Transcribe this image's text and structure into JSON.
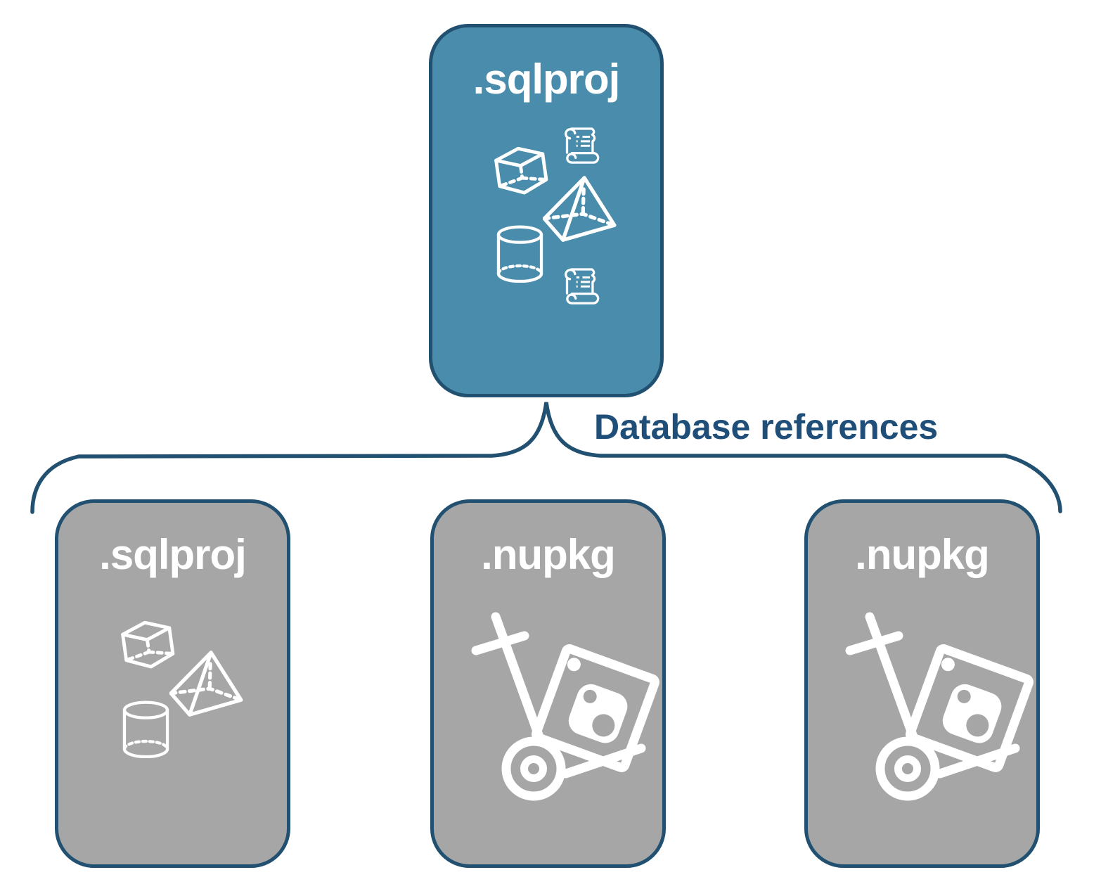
{
  "diagram": {
    "root": {
      "label": ".sqlproj",
      "icons": [
        "cube-icon",
        "scroll-icon",
        "pyramid-icon",
        "cylinder-icon",
        "scroll-icon"
      ]
    },
    "connector": {
      "label": "Database references",
      "shape": "curly-brace"
    },
    "children": [
      {
        "label": ".sqlproj",
        "icons": [
          "cube-icon",
          "pyramid-icon",
          "cylinder-icon"
        ]
      },
      {
        "label": ".nupkg",
        "icons": [
          "nuget-handtruck-icon"
        ]
      },
      {
        "label": ".nupkg",
        "icons": [
          "nuget-handtruck-icon"
        ]
      }
    ],
    "colors": {
      "root_fill": "#4A8CAB",
      "child_fill": "#A6A6A6",
      "outline": "#215070",
      "label_color": "#1F4E79",
      "icon_color": "#FFFFFF"
    }
  }
}
